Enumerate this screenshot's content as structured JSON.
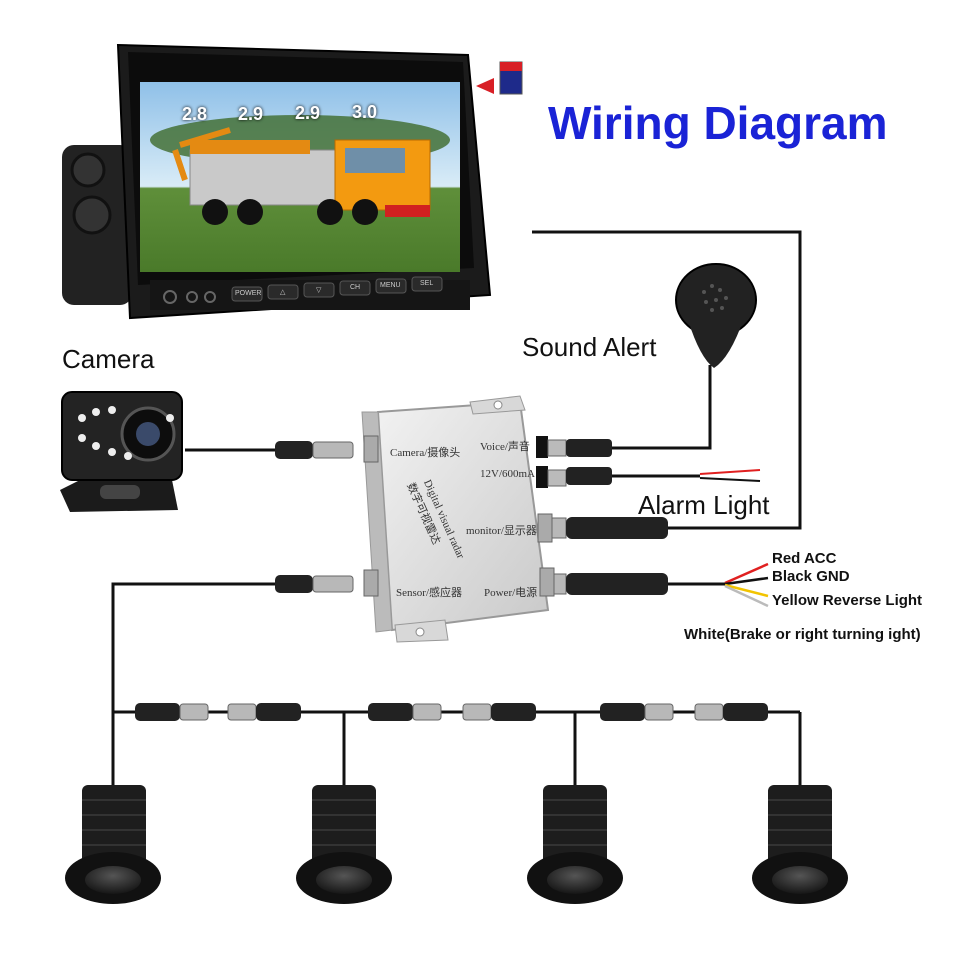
{
  "diagram": {
    "title": "Wiring Diagram",
    "labels": {
      "camera": "Camera",
      "sound_alert": "Sound Alert",
      "alarm_light": "Alarm Light",
      "red_acc": "Red ACC",
      "black_gnd": "Black GND",
      "yellow_reverse": "Yellow Reverse Light",
      "white_brake": "White(Brake or right turning ight)"
    },
    "control_box": {
      "camera_port": "Camera/摄像头",
      "voice_port": "Voice/声音",
      "power_rating": "12V/600mA",
      "monitor_port": "monitor/显示器",
      "sensor_port": "Sensor/感应器",
      "power_port": "Power/电源",
      "product_name_en": "Digital visual radar",
      "product_name_cn": "数字可视雷达"
    },
    "monitor": {
      "distances": [
        "2.8",
        "2.9",
        "2.9",
        "3.0"
      ],
      "buttons": [
        "POWER",
        "△",
        "▽",
        "CH",
        "MENU",
        "SEL"
      ]
    },
    "colors": {
      "title": "#1a23d6",
      "wire": "#111111",
      "red_wire": "#e02020",
      "yellow_wire": "#f2c400"
    }
  }
}
